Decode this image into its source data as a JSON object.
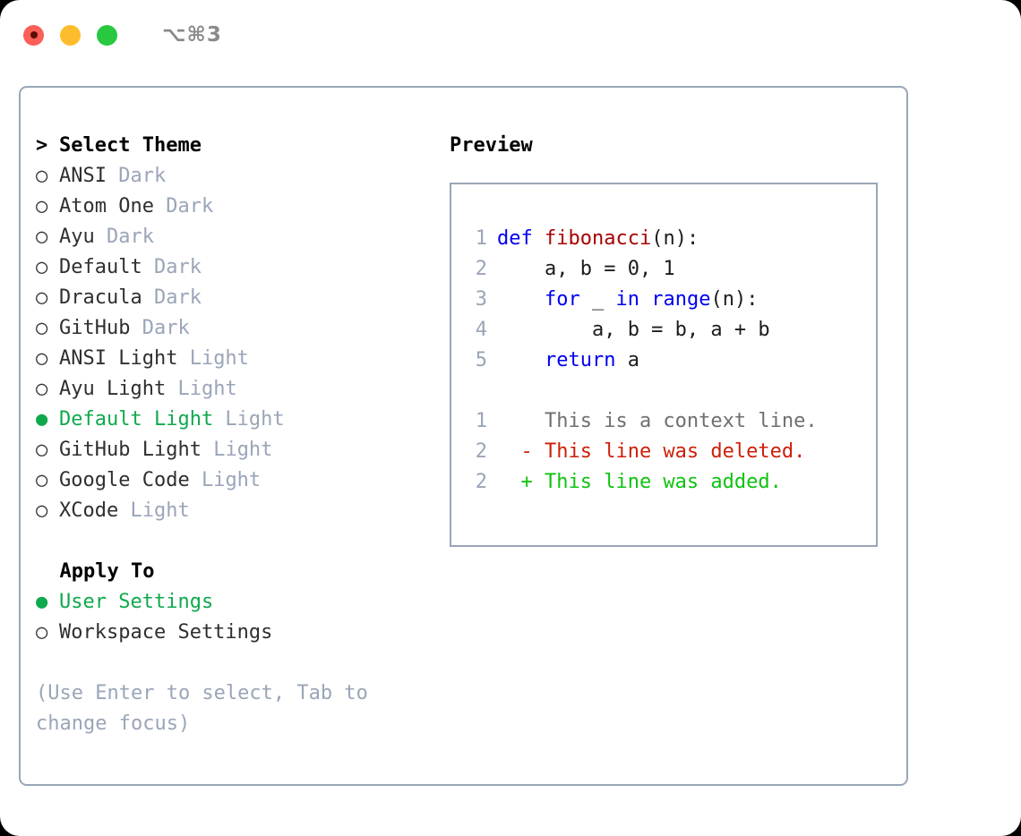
{
  "window": {
    "shortcut": "⌥⌘3",
    "traffic_lights": [
      {
        "name": "close",
        "color": "#fb5f57"
      },
      {
        "name": "minimize",
        "color": "#fdbc2c"
      },
      {
        "name": "maximize",
        "color": "#28c840"
      }
    ],
    "border_color": "#9aa5b8"
  },
  "theme_picker": {
    "header": {
      "marker": "> ",
      "label": "Select Theme"
    },
    "items": [
      {
        "marker": "○ ",
        "label": "ANSI",
        "kind": "Dark",
        "selected": false
      },
      {
        "marker": "○ ",
        "label": "Atom One",
        "kind": "Dark",
        "selected": false
      },
      {
        "marker": "○ ",
        "label": "Ayu",
        "kind": "Dark",
        "selected": false
      },
      {
        "marker": "○ ",
        "label": "Default",
        "kind": "Dark",
        "selected": false
      },
      {
        "marker": "○ ",
        "label": "Dracula",
        "kind": "Dark",
        "selected": false
      },
      {
        "marker": "○ ",
        "label": "GitHub",
        "kind": "Dark",
        "selected": false
      },
      {
        "marker": "○ ",
        "label": "ANSI Light",
        "kind": "Light",
        "selected": false
      },
      {
        "marker": "○ ",
        "label": "Ayu Light",
        "kind": "Light",
        "selected": false
      },
      {
        "marker": "● ",
        "label": "Default Light",
        "kind": "Light",
        "selected": true
      },
      {
        "marker": "○ ",
        "label": "GitHub Light",
        "kind": "Light",
        "selected": false
      },
      {
        "marker": "○ ",
        "label": "Google Code",
        "kind": "Light",
        "selected": false
      },
      {
        "marker": "○ ",
        "label": "XCode",
        "kind": "Light",
        "selected": false
      }
    ],
    "selected_color": "#0fa94d",
    "kind_color": "#9aa5b8"
  },
  "apply_to": {
    "title": "  Apply To",
    "options": [
      {
        "marker": "● ",
        "label": "User Settings",
        "selected": true
      },
      {
        "marker": "○ ",
        "label": "Workspace Settings",
        "selected": false
      }
    ]
  },
  "hint": "(Use Enter to select, Tab to change focus)",
  "preview": {
    "title": "Preview",
    "code_lines": [
      {
        "no": "1",
        "tokens": [
          {
            "t": "def ",
            "c": "kw"
          },
          {
            "t": "fibonacci",
            "c": "fn"
          },
          {
            "t": "(n):",
            "c": "txt"
          }
        ]
      },
      {
        "no": "2",
        "tokens": [
          {
            "t": "    a, b = 0, 1",
            "c": "txt"
          }
        ]
      },
      {
        "no": "3",
        "tokens": [
          {
            "t": "    ",
            "c": "txt"
          },
          {
            "t": "for",
            "c": "kw"
          },
          {
            "t": " _ ",
            "c": "txt"
          },
          {
            "t": "in ",
            "c": "kw"
          },
          {
            "t": "range",
            "c": "kw"
          },
          {
            "t": "(n):",
            "c": "txt"
          }
        ]
      },
      {
        "no": "4",
        "tokens": [
          {
            "t": "        a, b = b, a + b",
            "c": "txt"
          }
        ]
      },
      {
        "no": "5",
        "tokens": [
          {
            "t": "    ",
            "c": "txt"
          },
          {
            "t": "return",
            "c": "kw"
          },
          {
            "t": " a",
            "c": "txt"
          }
        ]
      }
    ],
    "diff_lines": [
      {
        "no": "1",
        "sign": "  ",
        "text": "This is a context line.",
        "kind": "ctx"
      },
      {
        "no": "2",
        "sign": "- ",
        "text": "This line was deleted.",
        "kind": "del"
      },
      {
        "no": "2",
        "sign": "+ ",
        "text": "This line was added.",
        "kind": "add"
      }
    ],
    "colors": {
      "keyword": "#0000ee",
      "function": "#a80000",
      "text": "#1c1c1c",
      "lineno": "#9aa5b8",
      "diff_context": "#6f6f6f",
      "diff_deleted": "#cc1f08",
      "diff_added": "#10c210"
    }
  }
}
